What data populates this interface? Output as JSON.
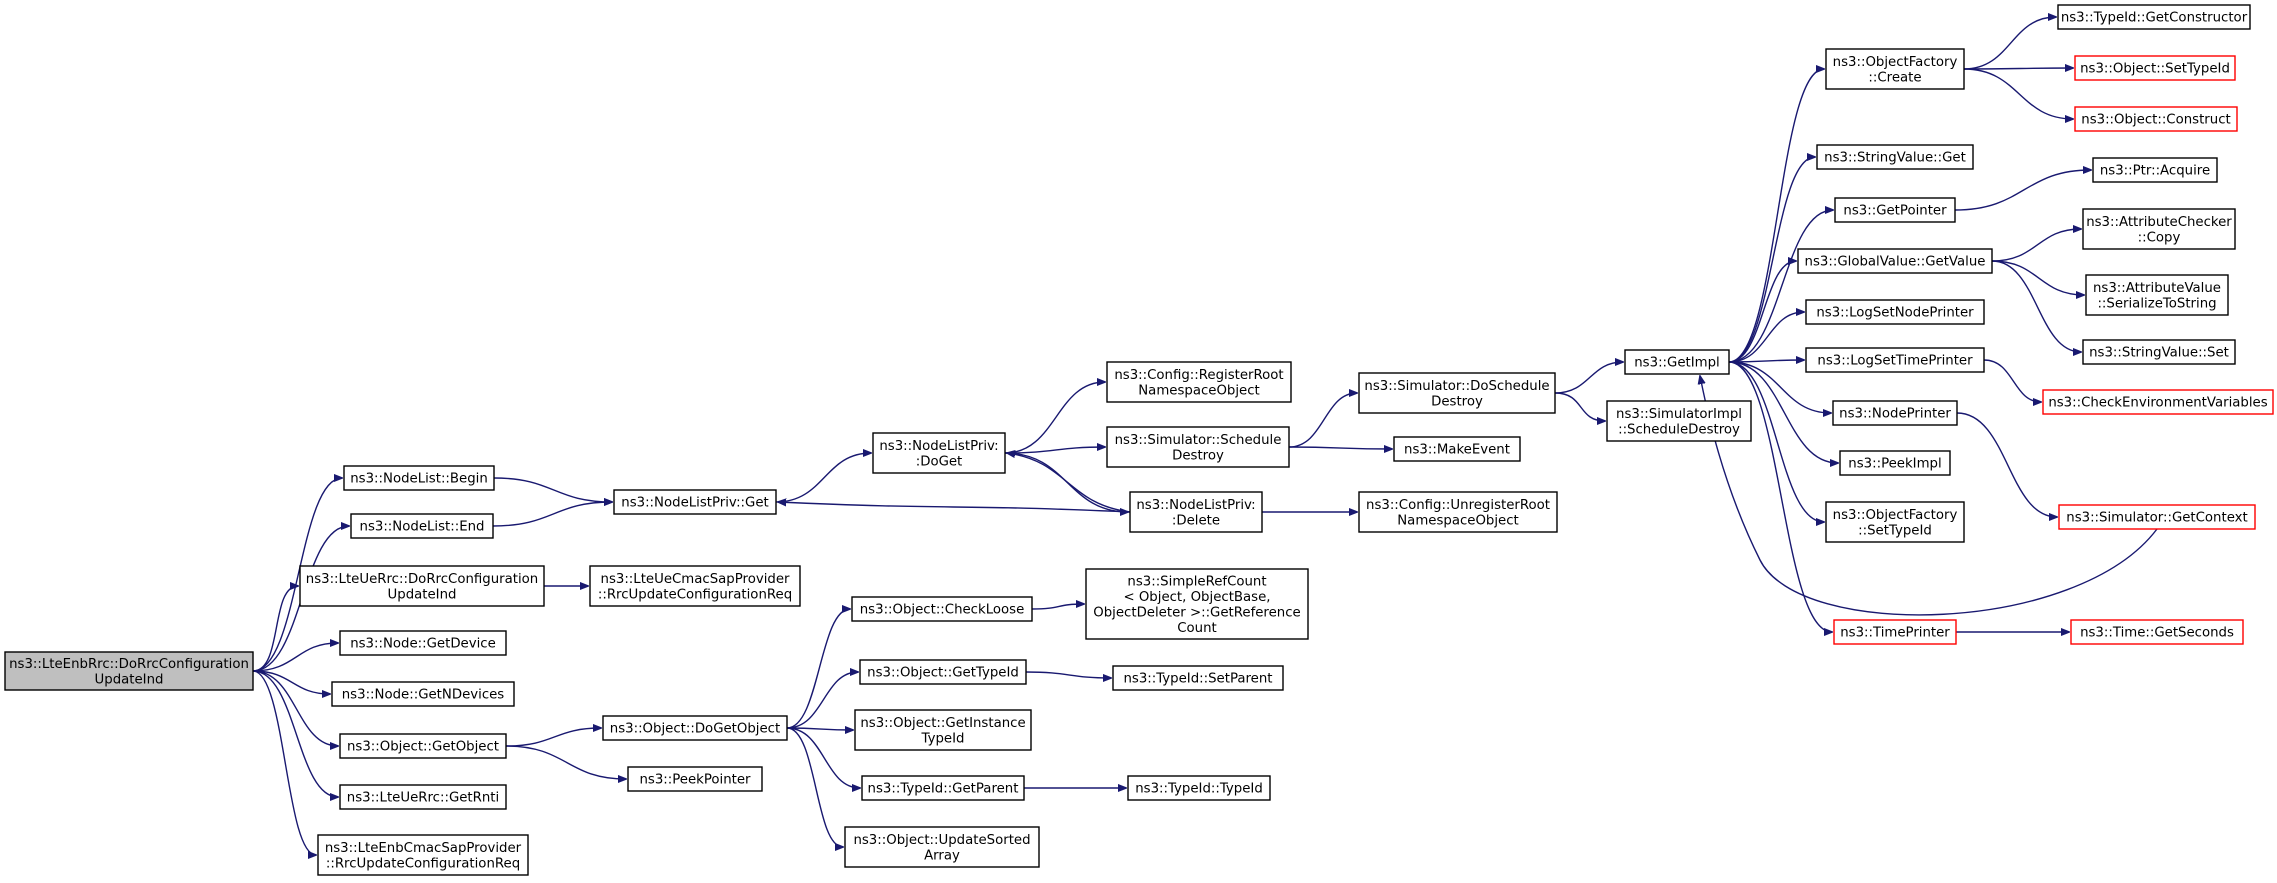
{
  "nodes": [
    {
      "id": "root",
      "lines": [
        "ns3::LteEnbRrc::DoRrcConfiguration",
        "UpdateInd"
      ],
      "style": "root"
    },
    {
      "id": "nl_begin",
      "lines": [
        "ns3::NodeList::Begin"
      ]
    },
    {
      "id": "nl_end",
      "lines": [
        "ns3::NodeList::End"
      ]
    },
    {
      "id": "ue_dorrc",
      "lines": [
        "ns3::LteUeRrc::DoRrcConfiguration",
        "UpdateInd"
      ]
    },
    {
      "id": "node_getdevice",
      "lines": [
        "ns3::Node::GetDevice"
      ]
    },
    {
      "id": "node_getndevices",
      "lines": [
        "ns3::Node::GetNDevices"
      ]
    },
    {
      "id": "obj_getobject",
      "lines": [
        "ns3::Object::GetObject"
      ]
    },
    {
      "id": "ue_getrnti",
      "lines": [
        "ns3::LteUeRrc::GetRnti"
      ]
    },
    {
      "id": "enbcmac_rrcupd",
      "lines": [
        "ns3::LteEnbCmacSapProvider",
        "::RrcUpdateConfigurationReq"
      ]
    },
    {
      "id": "nlp_get",
      "lines": [
        "ns3::NodeListPriv::Get"
      ]
    },
    {
      "id": "uecmac_rrcupd",
      "lines": [
        "ns3::LteUeCmacSapProvider",
        "::RrcUpdateConfigurationReq"
      ]
    },
    {
      "id": "obj_dogetobject",
      "lines": [
        "ns3::Object::DoGetObject"
      ]
    },
    {
      "id": "peekpointer",
      "lines": [
        "ns3::PeekPointer"
      ]
    },
    {
      "id": "nlp_doget",
      "lines": [
        "ns3::NodeListPriv:",
        ":DoGet"
      ]
    },
    {
      "id": "cfg_registerroot",
      "lines": [
        "ns3::Config::RegisterRoot",
        "NamespaceObject"
      ]
    },
    {
      "id": "sim_scheduledestroy",
      "lines": [
        "ns3::Simulator::Schedule",
        "Destroy"
      ]
    },
    {
      "id": "nlp_delete",
      "lines": [
        "ns3::NodeListPriv:",
        ":Delete"
      ]
    },
    {
      "id": "obj_checkloose",
      "lines": [
        "ns3::Object::CheckLoose"
      ]
    },
    {
      "id": "obj_gettypeid",
      "lines": [
        "ns3::Object::GetTypeId"
      ]
    },
    {
      "id": "obj_getinstancetypeid",
      "lines": [
        "ns3::Object::GetInstance",
        "TypeId"
      ]
    },
    {
      "id": "typeid_getparent",
      "lines": [
        "ns3::TypeId::GetParent"
      ]
    },
    {
      "id": "obj_updatesortedarray",
      "lines": [
        "ns3::Object::UpdateSorted",
        "Array"
      ]
    },
    {
      "id": "sim_doscheduledestroy",
      "lines": [
        "ns3::Simulator::DoSchedule",
        "Destroy"
      ]
    },
    {
      "id": "makeevent",
      "lines": [
        "ns3::MakeEvent"
      ]
    },
    {
      "id": "cfg_unregisterroot",
      "lines": [
        "ns3::Config::UnregisterRoot",
        "NamespaceObject"
      ]
    },
    {
      "id": "simplerefcount",
      "lines": [
        "ns3::SimpleRefCount",
        "< Object, ObjectBase,",
        "ObjectDeleter >::GetReference",
        "Count"
      ]
    },
    {
      "id": "typeid_setparent",
      "lines": [
        "ns3::TypeId::SetParent"
      ]
    },
    {
      "id": "typeid_typeid",
      "lines": [
        "ns3::TypeId::TypeId"
      ]
    },
    {
      "id": "getimpl",
      "lines": [
        "ns3::GetImpl"
      ]
    },
    {
      "id": "simimpl_scheduledestroy",
      "lines": [
        "ns3::SimulatorImpl",
        "::ScheduleDestroy"
      ]
    },
    {
      "id": "objfactory_create",
      "lines": [
        "ns3::ObjectFactory",
        "::Create"
      ]
    },
    {
      "id": "stringvalue_get",
      "lines": [
        "ns3::StringValue::Get"
      ]
    },
    {
      "id": "getpointer",
      "lines": [
        "ns3::GetPointer"
      ]
    },
    {
      "id": "globalvalue_getvalue",
      "lines": [
        "ns3::GlobalValue::GetValue"
      ]
    },
    {
      "id": "logsetnodeprinter",
      "lines": [
        "ns3::LogSetNodePrinter"
      ]
    },
    {
      "id": "logsettimeprinter",
      "lines": [
        "ns3::LogSetTimePrinter"
      ]
    },
    {
      "id": "nodeprinter",
      "lines": [
        "ns3::NodePrinter"
      ]
    },
    {
      "id": "peekimpl",
      "lines": [
        "ns3::PeekImpl"
      ]
    },
    {
      "id": "objfactory_settypeid",
      "lines": [
        "ns3::ObjectFactory",
        "::SetTypeId"
      ]
    },
    {
      "id": "timeprinter",
      "lines": [
        "ns3::TimePrinter"
      ],
      "style": "red"
    },
    {
      "id": "typeid_getconstructor",
      "lines": [
        "ns3::TypeId::GetConstructor"
      ]
    },
    {
      "id": "obj_settypeid",
      "lines": [
        "ns3::Object::SetTypeId"
      ],
      "style": "red"
    },
    {
      "id": "obj_construct",
      "lines": [
        "ns3::Object::Construct"
      ],
      "style": "red"
    },
    {
      "id": "ptr_acquire",
      "lines": [
        "ns3::Ptr::Acquire"
      ]
    },
    {
      "id": "attrchecker_copy",
      "lines": [
        "ns3::AttributeChecker",
        "::Copy"
      ]
    },
    {
      "id": "attrvalue_serialize",
      "lines": [
        "ns3::AttributeValue",
        "::SerializeToString"
      ]
    },
    {
      "id": "stringvalue_set",
      "lines": [
        "ns3::StringValue::Set"
      ]
    },
    {
      "id": "checkenvvars",
      "lines": [
        "ns3::CheckEnvironmentVariables"
      ],
      "style": "red"
    },
    {
      "id": "sim_getcontext",
      "lines": [
        "ns3::Simulator::GetContext"
      ],
      "style": "red"
    },
    {
      "id": "time_getseconds",
      "lines": [
        "ns3::Time::GetSeconds"
      ],
      "style": "red"
    }
  ],
  "edges": [
    [
      "root",
      "nl_begin"
    ],
    [
      "root",
      "nl_end"
    ],
    [
      "root",
      "ue_dorrc"
    ],
    [
      "root",
      "node_getdevice"
    ],
    [
      "root",
      "node_getndevices"
    ],
    [
      "root",
      "obj_getobject"
    ],
    [
      "root",
      "ue_getrnti"
    ],
    [
      "root",
      "enbcmac_rrcupd"
    ],
    [
      "nl_begin",
      "nlp_get"
    ],
    [
      "nl_end",
      "nlp_get"
    ],
    [
      "ue_dorrc",
      "uecmac_rrcupd"
    ],
    [
      "obj_getobject",
      "obj_dogetobject"
    ],
    [
      "obj_getobject",
      "peekpointer"
    ],
    [
      "nlp_get",
      "nlp_doget"
    ],
    [
      "nlp_doget",
      "cfg_registerroot"
    ],
    [
      "nlp_doget",
      "sim_scheduledestroy"
    ],
    [
      "nlp_doget",
      "nlp_delete"
    ],
    [
      "nlp_delete",
      "nlp_doget"
    ],
    [
      "nlp_delete",
      "nlp_get"
    ],
    [
      "nlp_delete",
      "cfg_unregisterroot"
    ],
    [
      "sim_scheduledestroy",
      "sim_doscheduledestroy"
    ],
    [
      "sim_scheduledestroy",
      "makeevent"
    ],
    [
      "sim_doscheduledestroy",
      "getimpl"
    ],
    [
      "sim_doscheduledestroy",
      "simimpl_scheduledestroy"
    ],
    [
      "obj_dogetobject",
      "obj_checkloose"
    ],
    [
      "obj_dogetobject",
      "obj_gettypeid"
    ],
    [
      "obj_dogetobject",
      "obj_getinstancetypeid"
    ],
    [
      "obj_dogetobject",
      "typeid_getparent"
    ],
    [
      "obj_dogetobject",
      "obj_updatesortedarray"
    ],
    [
      "obj_checkloose",
      "simplerefcount"
    ],
    [
      "obj_gettypeid",
      "typeid_setparent"
    ],
    [
      "typeid_getparent",
      "typeid_typeid"
    ],
    [
      "getimpl",
      "objfactory_create"
    ],
    [
      "getimpl",
      "stringvalue_get"
    ],
    [
      "getimpl",
      "getpointer"
    ],
    [
      "getimpl",
      "globalvalue_getvalue"
    ],
    [
      "getimpl",
      "logsetnodeprinter"
    ],
    [
      "getimpl",
      "logsettimeprinter"
    ],
    [
      "getimpl",
      "nodeprinter"
    ],
    [
      "getimpl",
      "peekimpl"
    ],
    [
      "getimpl",
      "objfactory_settypeid"
    ],
    [
      "getimpl",
      "timeprinter"
    ],
    [
      "objfactory_create",
      "typeid_getconstructor"
    ],
    [
      "objfactory_create",
      "obj_settypeid"
    ],
    [
      "objfactory_create",
      "obj_construct"
    ],
    [
      "getpointer",
      "ptr_acquire"
    ],
    [
      "globalvalue_getvalue",
      "attrchecker_copy"
    ],
    [
      "globalvalue_getvalue",
      "attrvalue_serialize"
    ],
    [
      "globalvalue_getvalue",
      "stringvalue_set"
    ],
    [
      "logsettimeprinter",
      "checkenvvars"
    ],
    [
      "nodeprinter",
      "sim_getcontext"
    ],
    [
      "sim_getcontext",
      "getimpl"
    ],
    [
      "timeprinter",
      "time_getseconds"
    ]
  ]
}
